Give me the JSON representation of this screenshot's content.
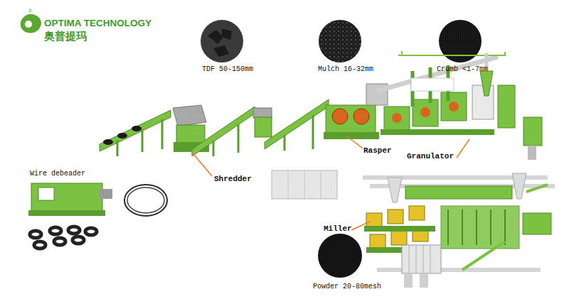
{
  "diagram": {
    "labels": [
      "®",
      "OPTIMA TECHNOLOGY",
      "奥普提玛",
      "TDF 50-150mm",
      "Mulch 16-32mm",
      "Crumb <1-7mm",
      "Shredder",
      "Rasper",
      "Granulator",
      "Wire debeader",
      "Miller",
      "Powder 20-80mesh"
    ]
  }
}
